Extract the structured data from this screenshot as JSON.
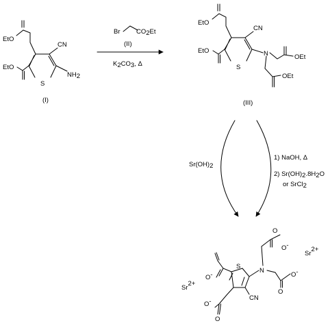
{
  "colors": {
    "ink": "#000000",
    "background": "#ffffff"
  },
  "compound_I": {
    "id_label": "(I)",
    "groups": {
      "ester_top": "EtO",
      "ester_left": "EtO",
      "nitrile": "CN",
      "amine": "NH",
      "amine_sub": "2",
      "sulfur": "S"
    }
  },
  "reagent_II": {
    "bromo": "Br",
    "ester_main": "CO",
    "ester_sub": "2",
    "ester_end": "Et",
    "id_label": "(II)"
  },
  "conditions_1": {
    "base": "K",
    "base_sub1": "2",
    "base_mid": "CO",
    "base_sub2": "3",
    "base_tail": ", Δ"
  },
  "compound_III": {
    "id_label": "(III)",
    "groups": {
      "ester_top": "EtO",
      "ester_left": "EtO",
      "nitrile": "CN",
      "nitrogen": "N",
      "sulfur": "S",
      "ester_right": "OEt",
      "ester_low": "OEt"
    }
  },
  "route_left": {
    "reagent": "Sr(OH)",
    "reagent_sub": "2"
  },
  "route_right": {
    "step1": "1) NaOH, Δ",
    "step2_main": "2) Sr(OH)",
    "step2_sub": "2",
    "step2_hydrate": ".8H",
    "step2_water_sub": "2",
    "step2_end": "O",
    "alt_main": "or SrCl",
    "alt_sub": "2"
  },
  "product": {
    "oxide": "O",
    "charge_minus": "-",
    "strontium": "Sr",
    "strontium_charge": "2+",
    "groups": {
      "sulfur": "S",
      "nitrogen": "N",
      "nitrile": "CN"
    }
  }
}
